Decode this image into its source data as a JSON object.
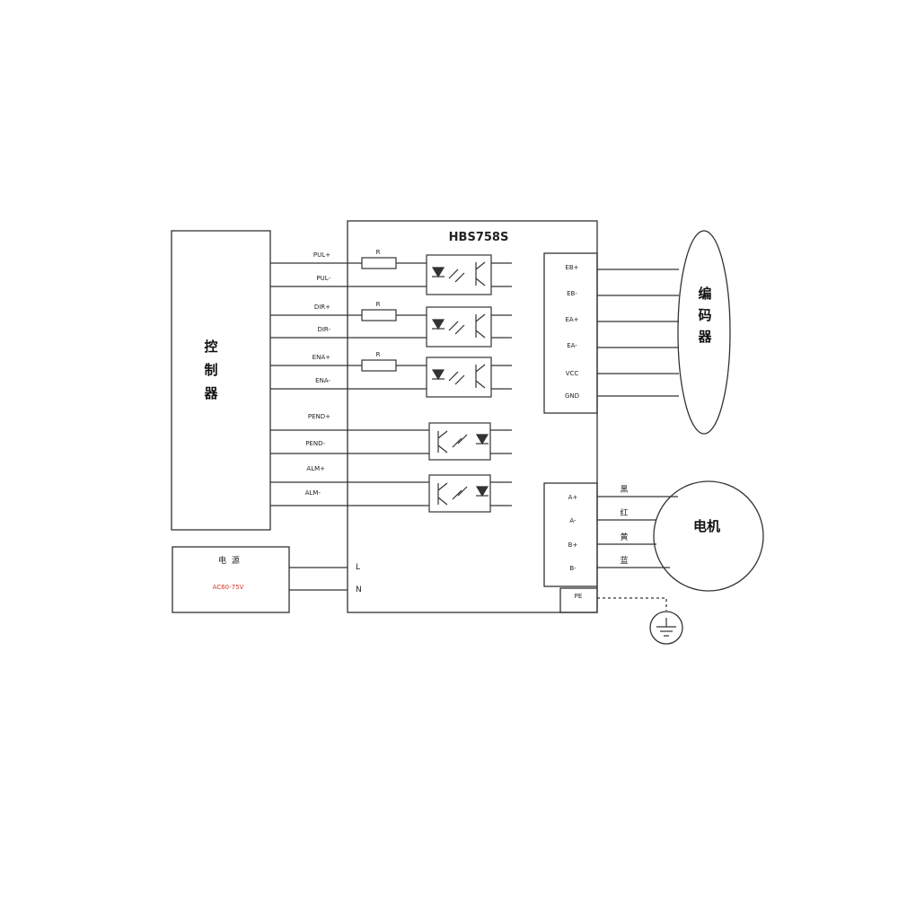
{
  "driver": {
    "model": "HBS758S"
  },
  "controller": {
    "label_chars": [
      "控",
      "制",
      "器"
    ]
  },
  "encoder": {
    "label_chars": [
      "编",
      "码",
      "器"
    ]
  },
  "motor": {
    "label": "电机"
  },
  "power": {
    "title": "电  源",
    "rating": "AC60-75V"
  },
  "resistor_label": "R",
  "signals": [
    "PUL+",
    "PUL-",
    "DIR+",
    "DIR-",
    "ENA+",
    "ENA-",
    "PEND+",
    "PEND-",
    "ALM+",
    "ALM-"
  ],
  "encoder_pins": [
    "EB+",
    "EB-",
    "EA+",
    "EA-",
    "VCC",
    "GND"
  ],
  "motor_pins": [
    "A+",
    "A-",
    "B+",
    "B-"
  ],
  "wire_colors": [
    "黑",
    "红",
    "黄",
    "蓝"
  ],
  "power_pins": [
    "L",
    "N"
  ],
  "ground_pin": "PE"
}
